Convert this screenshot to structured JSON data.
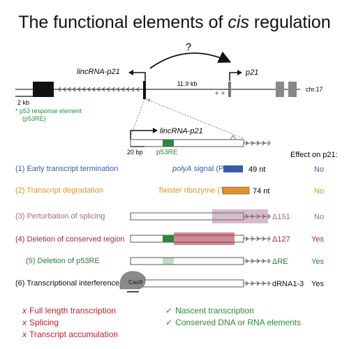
{
  "title": {
    "prefix": "The functional elements of ",
    "italic": "cis",
    "suffix": " regulation"
  },
  "locus": {
    "question": "?",
    "gene_left": "lincRNA-p21",
    "gene_right": "p21",
    "distance": "11.9 kb",
    "chromosome": "chr.17",
    "scale": "2 kb",
    "legend_line1": "* p53 response element",
    "legend_line2": "(p53RE)"
  },
  "zoom": {
    "gene": "lincRNA-p21",
    "element": "p53RE",
    "scale": "20 bp",
    "effect_header": "Effect on p21:"
  },
  "perturbations": [
    {
      "label": "(1) Early transcript termination",
      "color": "#3a5ca8",
      "detail_italic": "polyA",
      "detail_rest": " signal (PAS)",
      "size": "49 nt",
      "effect": "No",
      "effect_color": "#3a5ca8"
    },
    {
      "label": "(2) Transcript degradation",
      "color": "#e0922a",
      "detail_italic": "Twister",
      "detail_rest": " ribozyme (TWI)",
      "size": "74 nt",
      "effect": "No",
      "effect_color": "#e0922a"
    },
    {
      "label": "(3) Perturbation of splicing",
      "color": "#a06a8a",
      "size": "Δ151",
      "effect": "No",
      "effect_color": "#a06a8a"
    },
    {
      "label": "(4) Deletion of conserved region",
      "color": "#a8283a",
      "size": "Δ127",
      "effect": "Yes",
      "effect_color": "#a8283a"
    },
    {
      "label": "(5) Deletion of p53RE",
      "color": "#2a7a3a",
      "size": "ΔRE",
      "effect": "Yes",
      "effect_color": "#2a7a3a"
    },
    {
      "label": "(6) Transcriptional interference",
      "color": "#111111",
      "tool": "Cas9",
      "size": "dRNA1-3",
      "effect": "Yes",
      "effect_color": "#111111"
    }
  ],
  "summary": {
    "no_effect": [
      "Full length transcription",
      "Splicing",
      "Transcript accumulation"
    ],
    "no_mark": "x",
    "effect": [
      "Nascent transcription",
      "Conserved DNA or RNA elements"
    ],
    "yes_mark": "✓"
  }
}
